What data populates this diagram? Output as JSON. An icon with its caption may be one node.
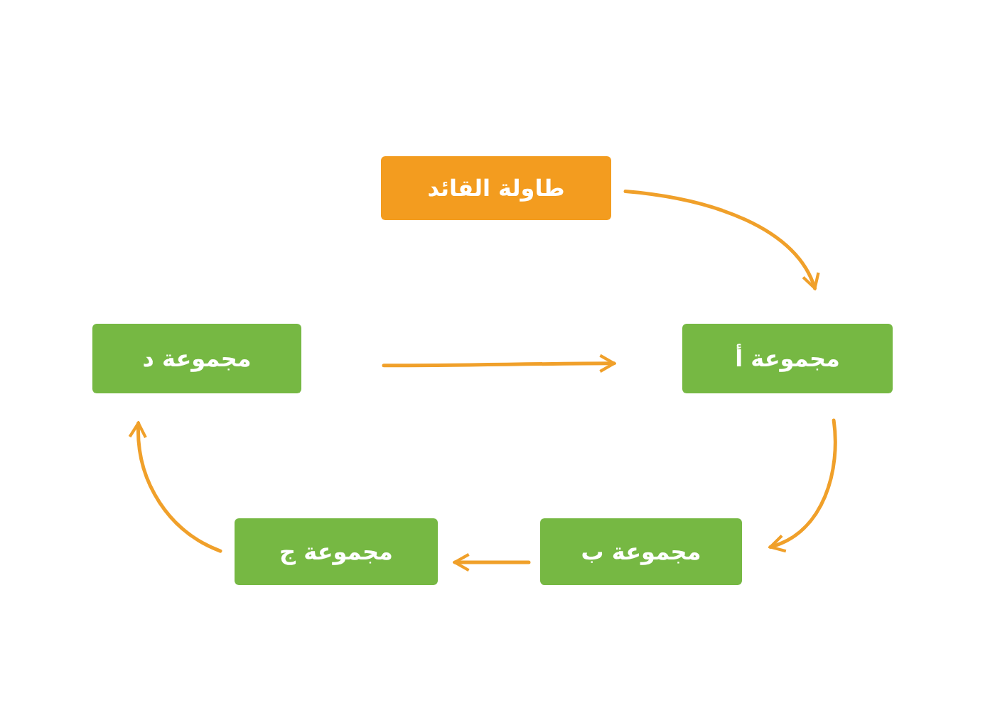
{
  "diagram": {
    "nodes": [
      {
        "text": [
          "طاولة القائد"
        ]
      },
      {
        "text": [
          "مجموعة أ"
        ]
      },
      {
        "text": [
          "مجموعة ب"
        ]
      },
      {
        "text": [
          "مجموعة ج"
        ]
      },
      {
        "text": [
          "مجموعة د"
        ]
      }
    ],
    "edges": [
      {
        "from": 0,
        "to": 1,
        "arrow": "to"
      },
      {
        "from": 4,
        "to": 1,
        "arrow": "to"
      },
      {
        "from": 1,
        "to": 2,
        "arrow": "to"
      },
      {
        "from": 2,
        "to": 3,
        "arrow": "to"
      },
      {
        "from": 3,
        "to": 4,
        "arrow": "to"
      }
    ]
  }
}
